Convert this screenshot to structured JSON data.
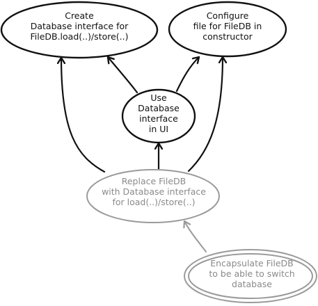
{
  "nodes": {
    "create_db_interface": {
      "lines": [
        "Create",
        "Database interface for",
        "FileDB.load(..)/store(..)"
      ]
    },
    "configure_file": {
      "lines": [
        "Configure",
        "file for FileDB in",
        "constructor"
      ]
    },
    "use_db_interface_ui": {
      "lines": [
        "Use",
        "Database",
        "interface",
        "in UI"
      ]
    },
    "replace_filedb": {
      "lines": [
        "Replace FileDB",
        "with Database interface",
        "for load(..)/store(..)"
      ]
    },
    "encapsulate_filedb": {
      "lines": [
        "Encapsulate FileDB",
        "to be able to switch",
        "database"
      ]
    }
  },
  "colors": {
    "active": "#111111",
    "done": "#8a8a8a",
    "background": "#ffffff"
  }
}
